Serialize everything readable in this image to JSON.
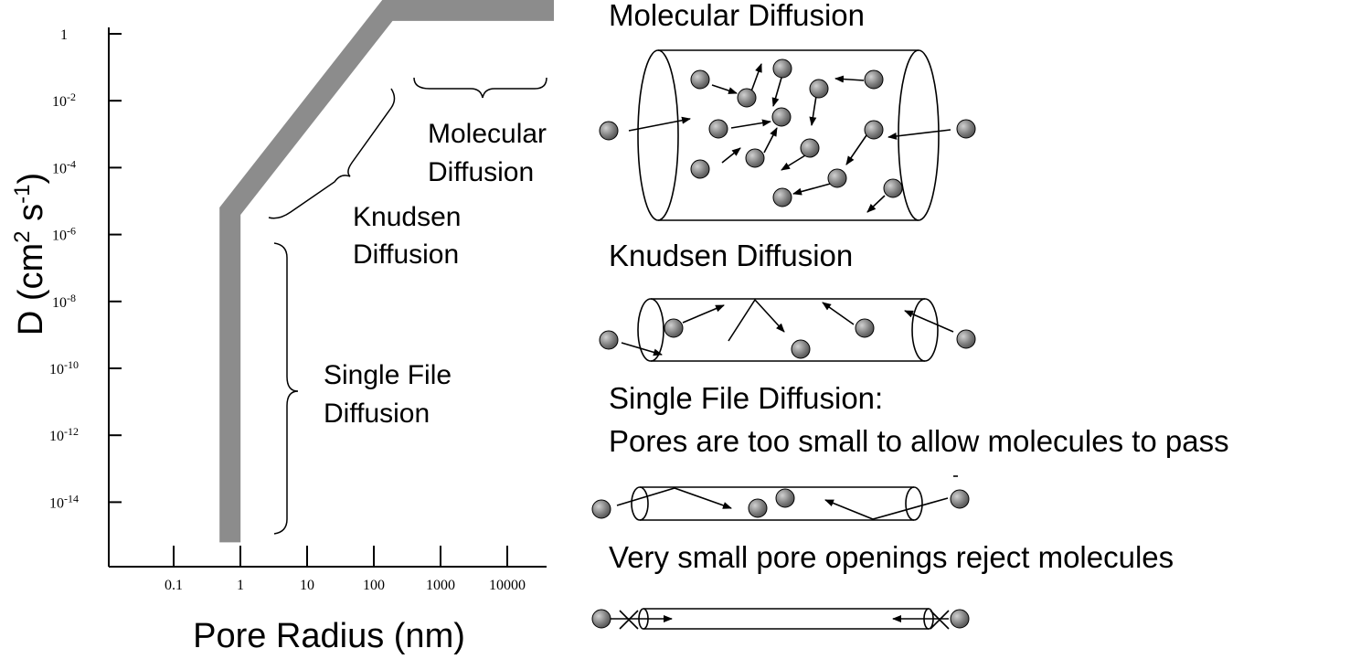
{
  "chart_data": {
    "type": "line",
    "xlabel": "Pore Radius (nm)",
    "ylabel": {
      "prefix": "D (cm",
      "sup1": "2",
      "mid": " s",
      "sup2": "-1",
      "suffix": ")"
    },
    "x_scale": "log",
    "y_scale": "log",
    "x_ticks": [
      {
        "value": 0.1,
        "label": "0.1"
      },
      {
        "value": 1,
        "label": "1"
      },
      {
        "value": 10,
        "label": "10"
      },
      {
        "value": 100,
        "label": "100"
      },
      {
        "value": 1000,
        "label": "1000"
      },
      {
        "value": 10000,
        "label": "10000"
      }
    ],
    "y_ticks": [
      {
        "exp": 0,
        "base": "1",
        "sup": ""
      },
      {
        "exp": -2,
        "base": "10",
        "sup": "-2"
      },
      {
        "exp": -4,
        "base": "10",
        "sup": "-4"
      },
      {
        "exp": -6,
        "base": "10",
        "sup": "-6"
      },
      {
        "exp": -8,
        "base": "10",
        "sup": "-8"
      },
      {
        "exp": -10,
        "base": "10",
        "sup": "-10"
      },
      {
        "exp": -12,
        "base": "10",
        "sup": "-12"
      },
      {
        "exp": -14,
        "base": "10",
        "sup": "-14"
      }
    ],
    "band": {
      "x": [
        0.7,
        0.7,
        160,
        50000
      ],
      "log10_y": [
        -15.2,
        -5.3,
        0.7,
        0.7
      ]
    },
    "regions": [
      {
        "lines": [
          "Molecular",
          "Diffusion"
        ]
      },
      {
        "lines": [
          "Knudsen",
          "Diffusion"
        ]
      },
      {
        "lines": [
          "Single File",
          "Diffusion"
        ]
      }
    ]
  },
  "panels": {
    "molecular": {
      "title": "Molecular Diffusion"
    },
    "knudsen": {
      "title": "Knudsen Diffusion"
    },
    "single_file": {
      "title_line1": "Single File Diffusion:",
      "title_line2": "Pores are too small to allow molecules to pass"
    },
    "reject": {
      "title": "Very small pore openings reject molecules"
    }
  },
  "colors": {
    "band": "#8c8c8c",
    "molecule": "#7a7a7a",
    "ink": "#000000"
  }
}
